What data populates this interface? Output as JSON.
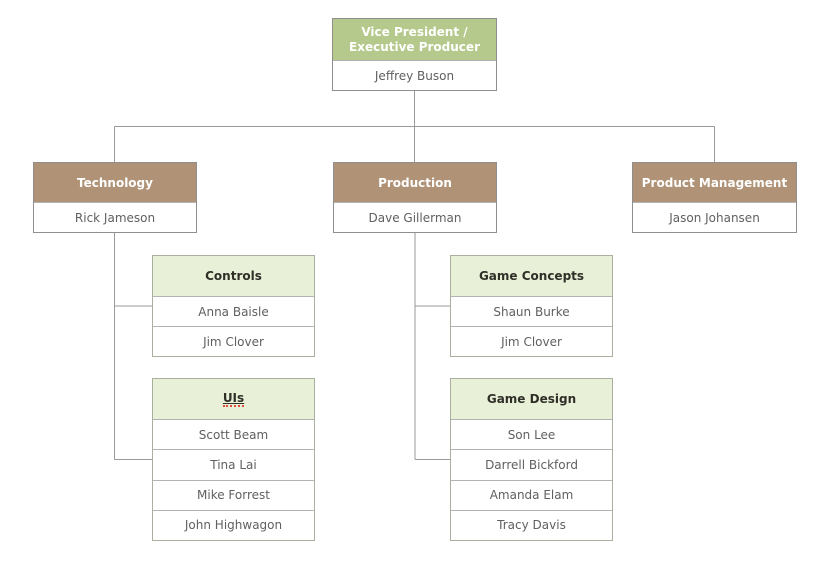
{
  "chart": {
    "type": "org-chart",
    "root": {
      "title": "Vice President / Executive Producer",
      "name": "Jeffrey Buson"
    },
    "departments": [
      {
        "title": "Technology",
        "name": "Rick Jameson"
      },
      {
        "title": "Production",
        "name": "Dave Gillerman"
      },
      {
        "title": "Product Management",
        "name": "Jason Johansen"
      }
    ],
    "teams": [
      {
        "title": "Controls",
        "parent": "Technology",
        "title_underlined": false,
        "members": [
          "Anna Baisle",
          "Jim Clover"
        ]
      },
      {
        "title": "UIs",
        "parent": "Technology",
        "title_underlined": true,
        "members": [
          "Scott Beam",
          "Tina Lai",
          "Mike Forrest",
          "John Highwagon"
        ]
      },
      {
        "title": "Game Concepts",
        "parent": "Production",
        "title_underlined": false,
        "members": [
          "Shaun Burke",
          "Jim Clover"
        ]
      },
      {
        "title": "Game Design",
        "parent": "Production",
        "title_underlined": false,
        "members": [
          "Son Lee",
          "Darrell Bickford",
          "Amanda Elam",
          "Tracy Davis"
        ]
      }
    ],
    "colors": {
      "background": "#ffffff",
      "root_header_bg": "#b5c98c",
      "dept_header_bg": "#b09377",
      "team_header_bg": "#e8f1d8",
      "header_text": "#ffffff",
      "team_header_text": "#2f2f28",
      "member_text": "#606060",
      "box_border": "#8f8f8f",
      "team_box_border": "#a9b0a0",
      "separator": "#b3b3b3",
      "connector": "#9a9a9a",
      "squiggle_red": "#e04a38"
    }
  }
}
